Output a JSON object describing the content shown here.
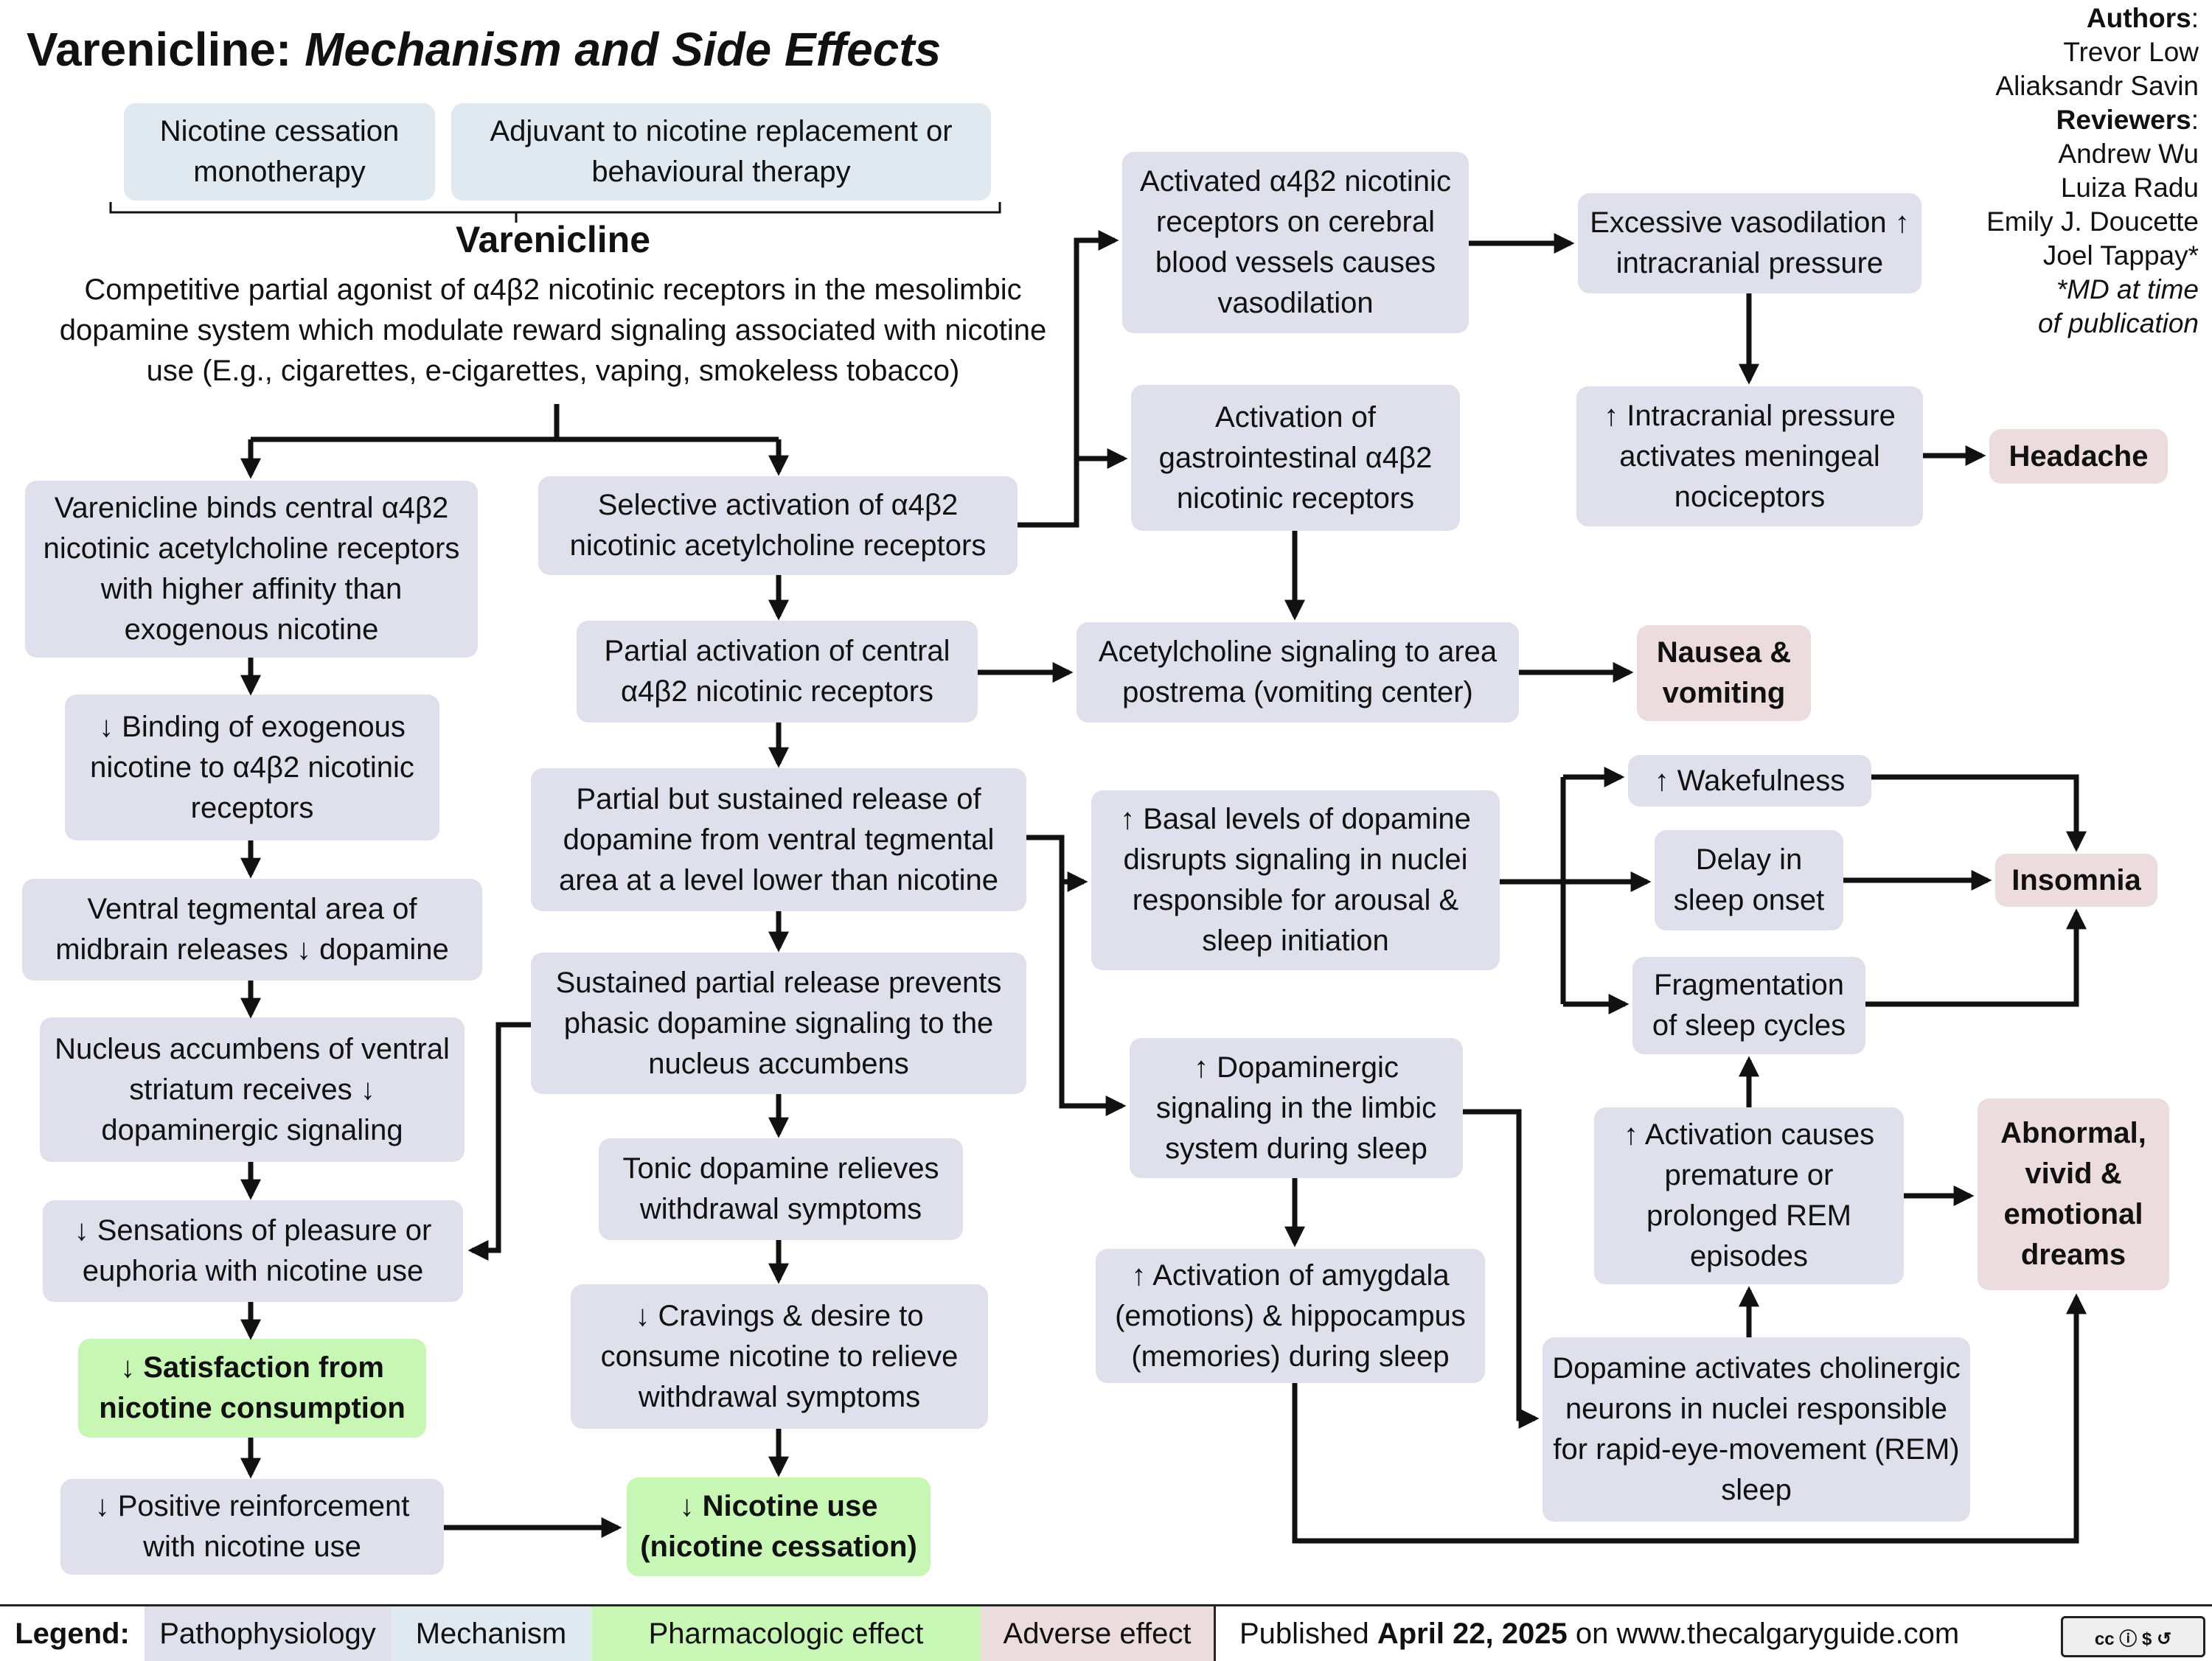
{
  "title": {
    "main": "Varenicline:",
    "sub": "Mechanism and Side Effects"
  },
  "authors": {
    "authors_label": "Authors",
    "authors": [
      "Trevor Low",
      "Aliaksandr Savin"
    ],
    "reviewers_label": "Reviewers",
    "reviewers": [
      "Andrew Wu",
      "Luiza Radu",
      "Emily J. Doucette",
      "Joel Tappay*"
    ],
    "note_line1": "*MD at time",
    "note_line2": "of publication"
  },
  "indications": {
    "mono": "Nicotine cessation monotherapy",
    "adjuvant": "Adjuvant to nicotine replacement or behavioural therapy"
  },
  "drug": {
    "name": "Varenicline",
    "description": "Competitive partial agonist of α4β2 nicotinic receptors in the mesolimbic dopamine system which modulate reward signaling associated with nicotine use (E.g., cigarettes, e-cigarettes, vaping, smokeless tobacco)"
  },
  "left_column": [
    "Varenicline binds central α4β2 nicotinic acetylcholine receptors with higher affinity than exogenous nicotine",
    "↓ Binding of exogenous nicotine to α4β2 nicotinic receptors",
    "Ventral tegmental area of midbrain releases ↓ dopamine",
    "Nucleus accumbens of ventral striatum receives ↓ dopaminergic signaling",
    "↓ Sensations of pleasure or euphoria with nicotine use",
    "↓ Satisfaction from nicotine consumption",
    "↓ Positive reinforcement with nicotine use"
  ],
  "middle_column": [
    "Selective activation of α4β2 nicotinic acetylcholine receptors",
    "Partial activation of central α4β2 nicotinic receptors",
    "Partial but sustained release of dopamine from ventral tegmental area at a level lower than nicotine",
    "Sustained partial release prevents phasic dopamine signaling to the nucleus accumbens",
    "Tonic dopamine relieves withdrawal symptoms",
    "↓ Cravings & desire to consume nicotine to relieve withdrawal symptoms",
    "↓ Nicotine use (nicotine cessation)"
  ],
  "right_center": {
    "vasodilation": "Activated α4β2 nicotinic receptors on cerebral blood vessels causes vasodilation",
    "gi": "Activation of gastrointestinal α4β2 nicotinic receptors",
    "ach": "Acetylcholine signaling to area postrema (vomiting center)",
    "basal": "↑ Basal levels of dopamine disrupts signaling in nuclei responsible for arousal & sleep initiation",
    "limbic": "↑ Dopaminergic signaling in the limbic system during sleep",
    "amygdala": "↑ Activation of amygdala (emotions) & hippocampus (memories) during sleep"
  },
  "right_side": {
    "excessive": "Excessive vasodilation ↑ intracranial pressure",
    "icp": "↑ Intracranial pressure activates meningeal nociceptors",
    "wakefulness": "↑ Wakefulness",
    "delay": "Delay in sleep onset",
    "fragmentation": "Fragmentation of sleep cycles",
    "rem_activation": "↑ Activation causes premature or prolonged REM episodes",
    "cholinergic": "Dopamine activates cholinergic neurons in nuclei responsible for rapid-eye-movement (REM) sleep"
  },
  "adverse": {
    "headache": "Headache",
    "nausea": "Nausea & vomiting",
    "insomnia": "Insomnia",
    "dreams": "Abnormal, vivid & emotional dreams"
  },
  "legend": {
    "label": "Legend:",
    "items": [
      "Pathophysiology",
      "Mechanism",
      "Pharmacologic effect",
      "Adverse effect"
    ],
    "published_prefix": "Published",
    "published_date": "April 22, 2025",
    "published_suffix": "on www.thecalgaryguide.com"
  },
  "colors": {
    "pathophysiology": "#e0e0ec",
    "mechanism": "#dfe9ef",
    "pharmacologic": "#c8f6b4",
    "adverse": "#ecdcdd"
  },
  "license_icon": "creative-commons-by-nc-sa-icon"
}
